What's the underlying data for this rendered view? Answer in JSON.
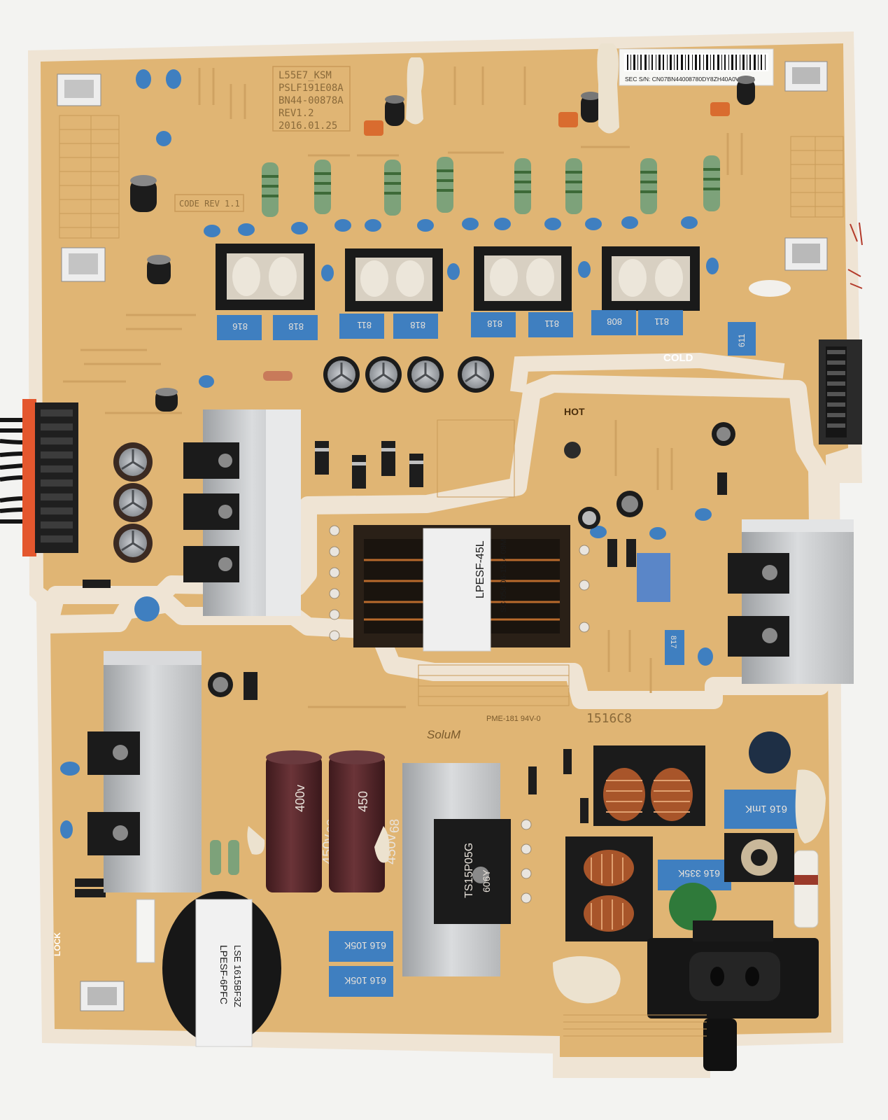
{
  "board": {
    "model_lines": [
      "L55E7_KSM",
      "PSLF191E08A",
      "BN44-00878A",
      "REV1.2",
      "2016.01.25"
    ],
    "code_rev": "CODE REV 1.1",
    "serial": "SEC S/N: CN07BN44008780DY8ZH40A0V0B&C",
    "hot_label": "HOT",
    "cold_label": "COLD",
    "brand": "SoluM",
    "ul_rating": "PME-181 94V-0",
    "date_code": "1516C8",
    "lock_label": "LOCK"
  },
  "transformers": {
    "main": [
      "LPESF-45L",
      "SC-058 06-1514 09M"
    ],
    "pfc": [
      "LPESF-6PFC",
      "LSE 1615BF3Z"
    ]
  },
  "capacitors": {
    "bulk_1": [
      "450v",
      "68",
      "400v"
    ],
    "bulk_2": [
      "450v",
      "68",
      "450"
    ],
    "filter_values": [
      "816",
      "818",
      "811",
      "818",
      "818",
      "811",
      "808",
      "811",
      "817",
      "611"
    ],
    "x_caps": [
      "616 1mK",
      "616 105K",
      "616 105K",
      "616 335K"
    ]
  },
  "bridge_rectifier": [
    "TS15P05G",
    "606Y"
  ],
  "colors": {
    "board": "#e0b574",
    "board_edge": "#efe4d4",
    "heatsink": "#c9cbcd",
    "cap_blue": "#3f7fc0",
    "cap_black": "#1c1c1c",
    "bulk_cap": "#5a2a2e",
    "connector": "#e4572e"
  }
}
